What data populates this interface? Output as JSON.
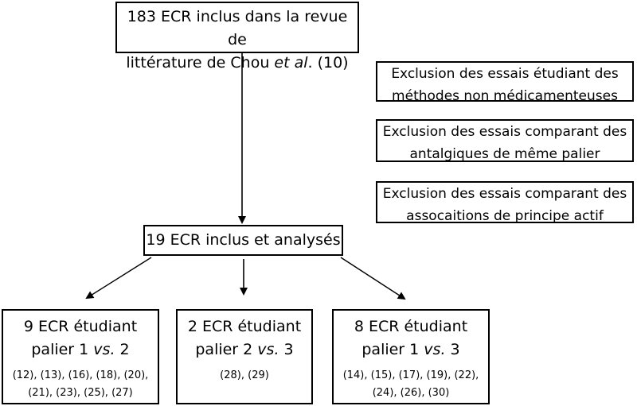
{
  "top_box": {
    "line1": "183 ECR inclus dans la revue de",
    "line2_pre": "littérature de Chou ",
    "line2_italic": "et al",
    "line2_post": ". (10)"
  },
  "exclusions": [
    {
      "line1": "Exclusion des essais étudiant des",
      "line2": "méthodes non médicamenteuses"
    },
    {
      "line1": "Exclusion des essais comparant des",
      "line2": "antalgiques de même palier"
    },
    {
      "line1": "Exclusion des essais comparant des",
      "line2": "assocaitions de principe actif"
    }
  ],
  "middle_box": {
    "text": "19 ECR inclus et analysés"
  },
  "bottom_boxes": [
    {
      "line1": "9 ECR étudiant",
      "line2_pre": "palier 1 ",
      "line2_italic": "vs.",
      "line2_post": " 2",
      "refs1": "(12), (13), (16), (18), (20),",
      "refs2": "(21), (23), (25), (27)"
    },
    {
      "line1": "2 ECR étudiant",
      "line2_pre": "palier 2 ",
      "line2_italic": "vs.",
      "line2_post": " 3",
      "refs1": "(28), (29)",
      "refs2": ""
    },
    {
      "line1": "8 ECR étudiant",
      "line2_pre": "palier 1 ",
      "line2_italic": "vs.",
      "line2_post": " 3",
      "refs1": "(14), (15), (17), (19), (22),",
      "refs2": "(24), (26), (30)"
    }
  ]
}
